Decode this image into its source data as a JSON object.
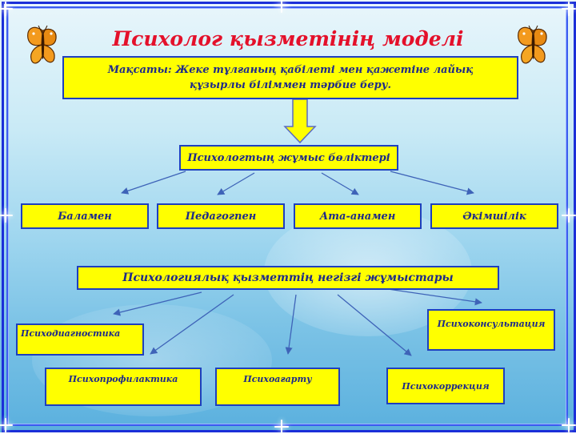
{
  "title": "Психолог қызметінің моделі",
  "goal": "Мақсаты: Жеке тұлғаның қабілеті мен қажетіне лайық құзырлы біліммен тәрбие беру.",
  "work_parts": {
    "heading": "Психологтың жұмыс бөліктері",
    "items": [
      "Баламен",
      "Педагогпен",
      "Ата-анамен",
      "Әкімшілік"
    ]
  },
  "main_works": {
    "heading": "Психологиялық қызметтің негізгі жұмыстары",
    "items": [
      "Психодиагностика",
      "Психоконсультация",
      "Психопрофилактика",
      "Психоағарту",
      "Психокоррекция"
    ]
  },
  "colors": {
    "box_fill": "#ffff00",
    "box_border": "#1e3fbf",
    "title": "#e4102a",
    "frame": "#1b2fd8",
    "arrow": "#ffff00"
  },
  "icons": [
    "butterfly-icon",
    "sparkle-icon"
  ]
}
